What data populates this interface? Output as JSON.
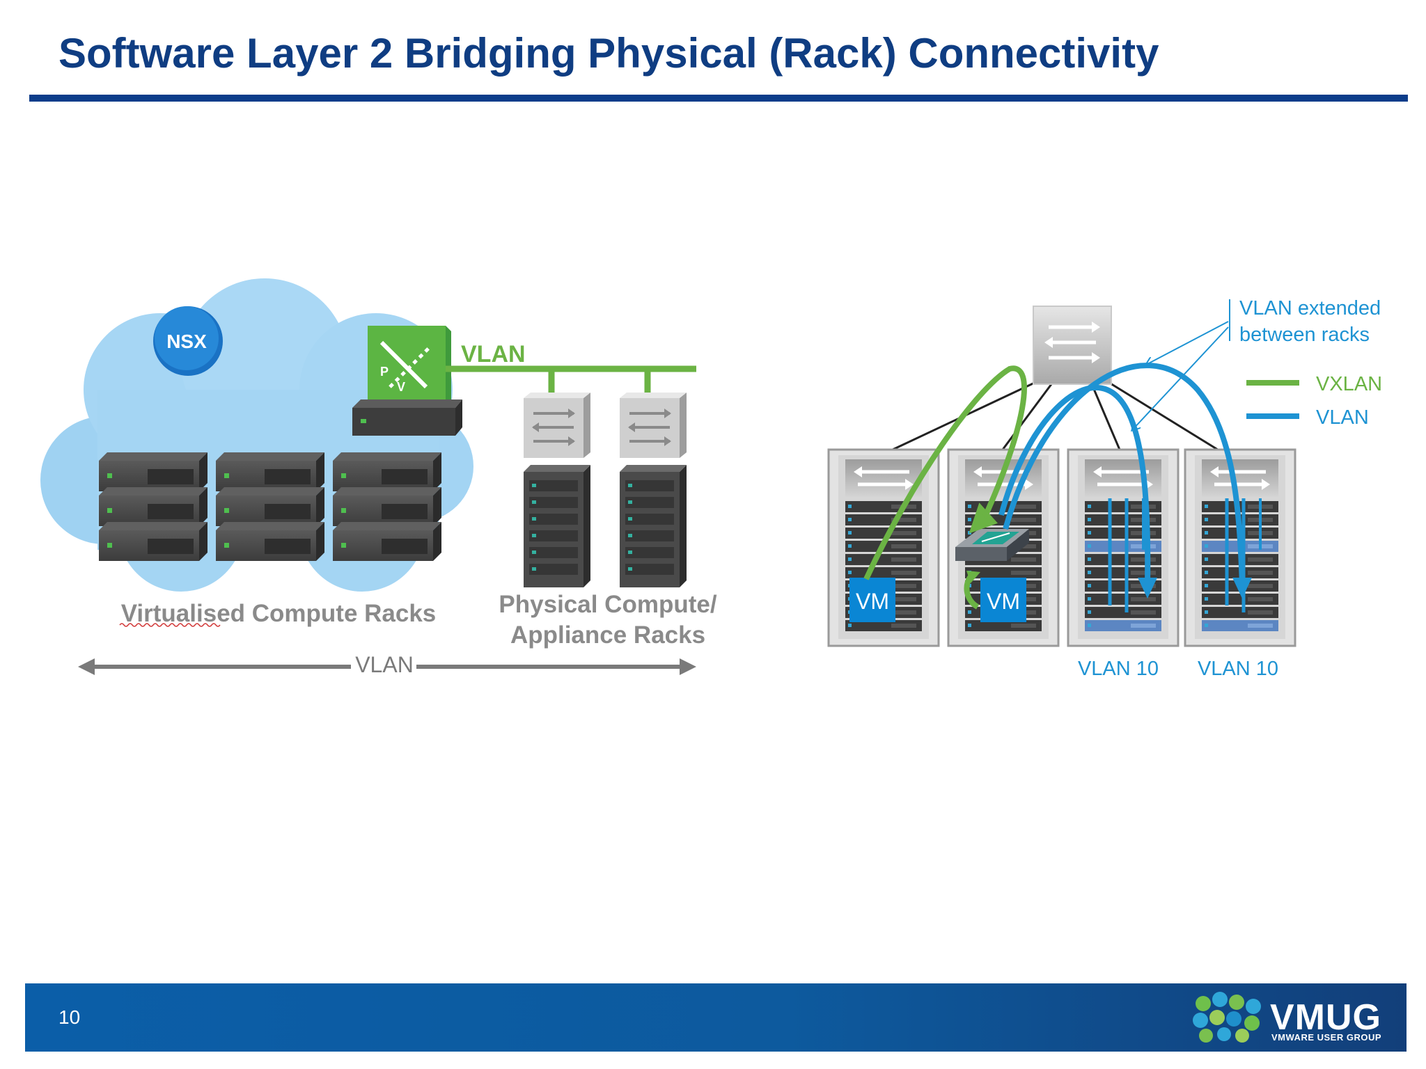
{
  "slide": {
    "title": "Software Layer 2 Bridging Physical (Rack) Connectivity",
    "page_number": "10"
  },
  "left": {
    "cloud_badge": "NSX",
    "bridge_icon_letters": [
      "P",
      "V"
    ],
    "vlan_label": "VLAN",
    "virtualised_label": "Virtualised Compute Racks",
    "physical_label_line1": "Physical Compute/",
    "physical_label_line2": "Appliance Racks",
    "arrow_label": "VLAN"
  },
  "right": {
    "callout_line1": "VLAN extended",
    "callout_line2": "between racks",
    "legend": [
      {
        "label": "VXLAN",
        "color": "#6bb344"
      },
      {
        "label": "VLAN",
        "color": "#1e93d3"
      }
    ],
    "vm_labels": [
      "VM",
      "VM"
    ],
    "rack_labels": [
      "VLAN 10",
      "VLAN 10"
    ]
  },
  "logo": {
    "name": "VMUG",
    "subtitle": "VMWARE USER GROUP"
  },
  "colors": {
    "title": "#0f3d82",
    "green": "#6bb344",
    "blue": "#1e93d3",
    "server": "#4a4a4a"
  }
}
